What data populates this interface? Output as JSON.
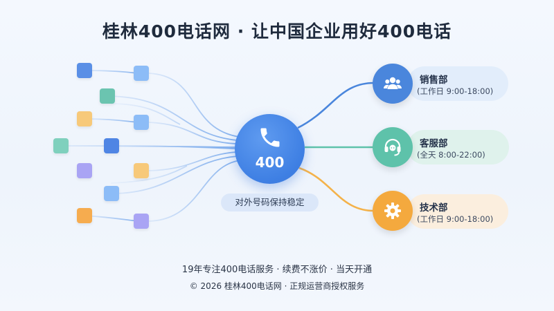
{
  "title": "桂林400电话网 · 让中国企业用好400电话",
  "hub": {
    "number": "400",
    "icon": "phone-icon",
    "color": "#3e7fe3"
  },
  "badge": "对外号码保持稳定",
  "departments": [
    {
      "name": "销售部",
      "hours": "(工作日 9:00-18:00)",
      "icon": "users-icon",
      "color": "#3e7fe3",
      "card_color": "#e2edfb",
      "line_color": "#4a86dc"
    },
    {
      "name": "客服部",
      "hours": "(全天 8:00-22:00)",
      "icon": "headset-icon",
      "color": "#5ec2aa",
      "card_color": "#dff2ec",
      "line_color": "#5ec2aa"
    },
    {
      "name": "技术部",
      "hours": "(工作日 9:00-18:00)",
      "icon": "gear-icon",
      "color": "#f4a93e",
      "card_color": "#fbeede",
      "line_color": "#f4b24a"
    }
  ],
  "caller_colors": [
    "#5a8fe6",
    "#8cbcf7",
    "#6bc4b0",
    "#f7c97a",
    "#8cbcf7",
    "#7fd0bd",
    "#4f85e4",
    "#a9a4f4",
    "#f7c97a",
    "#8cbcf7",
    "#f6ac4f",
    "#a9a4f4"
  ],
  "footer": {
    "line1": "19年专注400电话服务 · 续费不涨价 · 当天开通",
    "line2": "© 2026 桂林400电话网 · 正规运营商授权服务"
  }
}
